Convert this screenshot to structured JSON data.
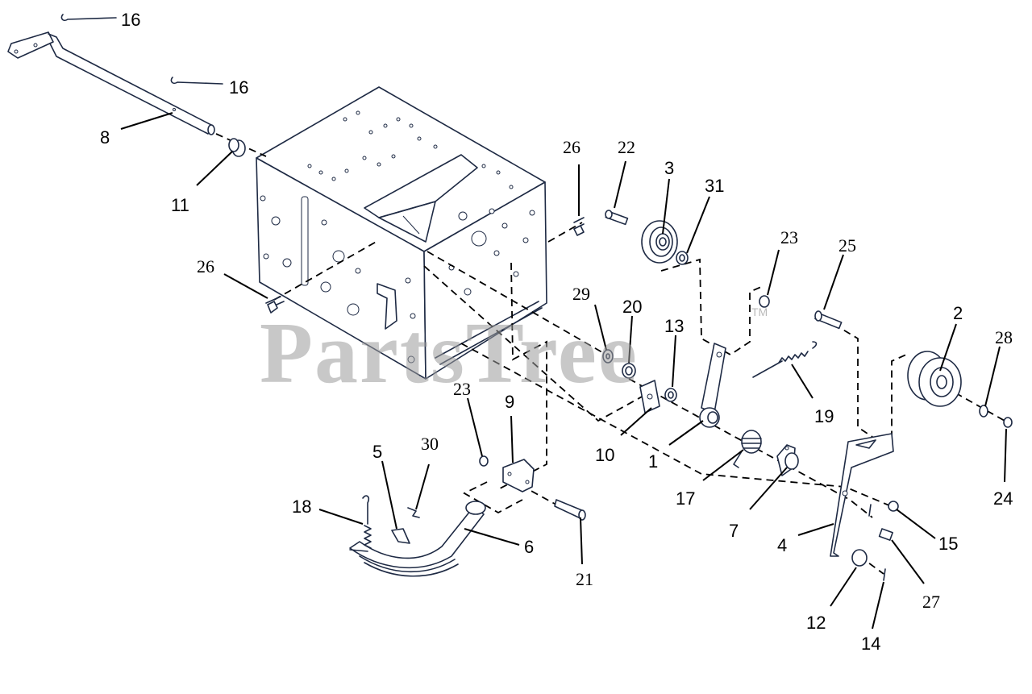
{
  "watermark": {
    "text": "PartsTree",
    "trademark": "TM"
  },
  "callouts": [
    {
      "id": "c16a",
      "label": "16",
      "style": "sans"
    },
    {
      "id": "c16b",
      "label": "16",
      "style": "sans"
    },
    {
      "id": "c8",
      "label": "8",
      "style": "sans"
    },
    {
      "id": "c11",
      "label": "11",
      "style": "sans"
    },
    {
      "id": "c26a",
      "label": "26",
      "style": "serif"
    },
    {
      "id": "c26b",
      "label": "26",
      "style": "serif"
    },
    {
      "id": "c22",
      "label": "22",
      "style": "serif"
    },
    {
      "id": "c3",
      "label": "3",
      "style": "sans"
    },
    {
      "id": "c31",
      "label": "31",
      "style": "sans"
    },
    {
      "id": "c23a",
      "label": "23",
      "style": "serif"
    },
    {
      "id": "c25",
      "label": "25",
      "style": "serif"
    },
    {
      "id": "c2",
      "label": "2",
      "style": "sans"
    },
    {
      "id": "c28",
      "label": "28",
      "style": "serif"
    },
    {
      "id": "c29",
      "label": "29",
      "style": "serif"
    },
    {
      "id": "c20",
      "label": "20",
      "style": "sans"
    },
    {
      "id": "c13",
      "label": "13",
      "style": "sans"
    },
    {
      "id": "c19",
      "label": "19",
      "style": "sans"
    },
    {
      "id": "c10",
      "label": "10",
      "style": "sans"
    },
    {
      "id": "c1",
      "label": "1",
      "style": "sans"
    },
    {
      "id": "c17",
      "label": "17",
      "style": "sans"
    },
    {
      "id": "c7",
      "label": "7",
      "style": "sans"
    },
    {
      "id": "c24",
      "label": "24",
      "style": "sans"
    },
    {
      "id": "c4",
      "label": "4",
      "style": "sans"
    },
    {
      "id": "c15",
      "label": "15",
      "style": "sans"
    },
    {
      "id": "c27",
      "label": "27",
      "style": "serif"
    },
    {
      "id": "c12",
      "label": "12",
      "style": "sans"
    },
    {
      "id": "c14",
      "label": "14",
      "style": "sans"
    },
    {
      "id": "c23b",
      "label": "23",
      "style": "serif"
    },
    {
      "id": "c9",
      "label": "9",
      "style": "sans"
    },
    {
      "id": "c30",
      "label": "30",
      "style": "serif"
    },
    {
      "id": "c5",
      "label": "5",
      "style": "sans"
    },
    {
      "id": "c18",
      "label": "18",
      "style": "sans"
    },
    {
      "id": "c6",
      "label": "6",
      "style": "sans"
    },
    {
      "id": "c21",
      "label": "21",
      "style": "serif"
    }
  ]
}
